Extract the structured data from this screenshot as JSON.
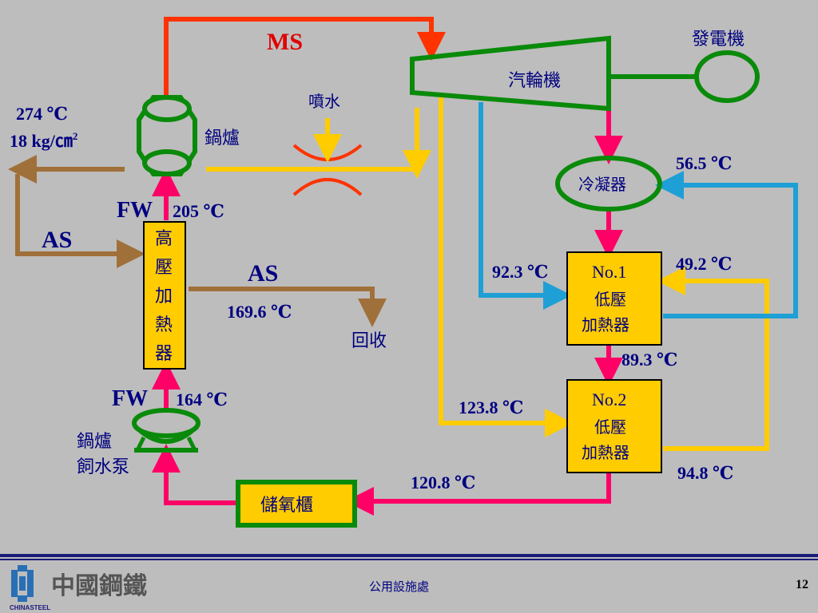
{
  "colors": {
    "ms": "#ff3300",
    "steam": "#ffcc00",
    "cool": "#1e9fd6",
    "feed": "#ff0066",
    "as": "#a0703a",
    "equip": "#0a8a0a",
    "heater_fill": "#ffcc00",
    "label_blue": "#000080",
    "label_red": "#e00000"
  },
  "labels": {
    "ms": "MS",
    "boiler_temp": "274 ℃",
    "boiler_pressure": "18 kg/㎝",
    "boiler_pressure_sup": "2",
    "boiler": "鍋爐",
    "spray_water": "噴水",
    "turbine": "汽輪機",
    "generator": "發電機",
    "condenser": "冷凝器",
    "condenser_temp": "56.5 ℃",
    "fw_top": "FW",
    "fw_top_temp": "205 ℃",
    "as_left": "AS",
    "hp_heater": [
      "高",
      "壓",
      "加",
      "熱",
      "器"
    ],
    "as_mid": "AS",
    "as_mid_temp": "169.6 ℃",
    "recovery": "回收",
    "lp1_temp_in": "92.3 ℃",
    "lp1_title": "No.1",
    "lp1_line2": "低壓",
    "lp1_line3": "加熱器",
    "lp1_temp_right": "49.2 ℃",
    "lp1_temp_out": "89.3 ℃",
    "fw_bottom": "FW",
    "fw_bottom_temp": "164 ℃",
    "lp2_temp_in": "123.8 ℃",
    "lp2_title": "No.2",
    "lp2_line2": "低壓",
    "lp2_line3": "加熱器",
    "lp2_temp_right": "94.8 ℃",
    "pump_line1": "鍋爐",
    "pump_line2": "飼水泵",
    "deaerator_temp": "120.8 ℃",
    "deaerator": "儲氧櫃"
  },
  "footer": {
    "logo_text": "中國鋼鐵",
    "logo_sub": "CHINASTEEL",
    "center": "公用設施處",
    "page": "12"
  }
}
